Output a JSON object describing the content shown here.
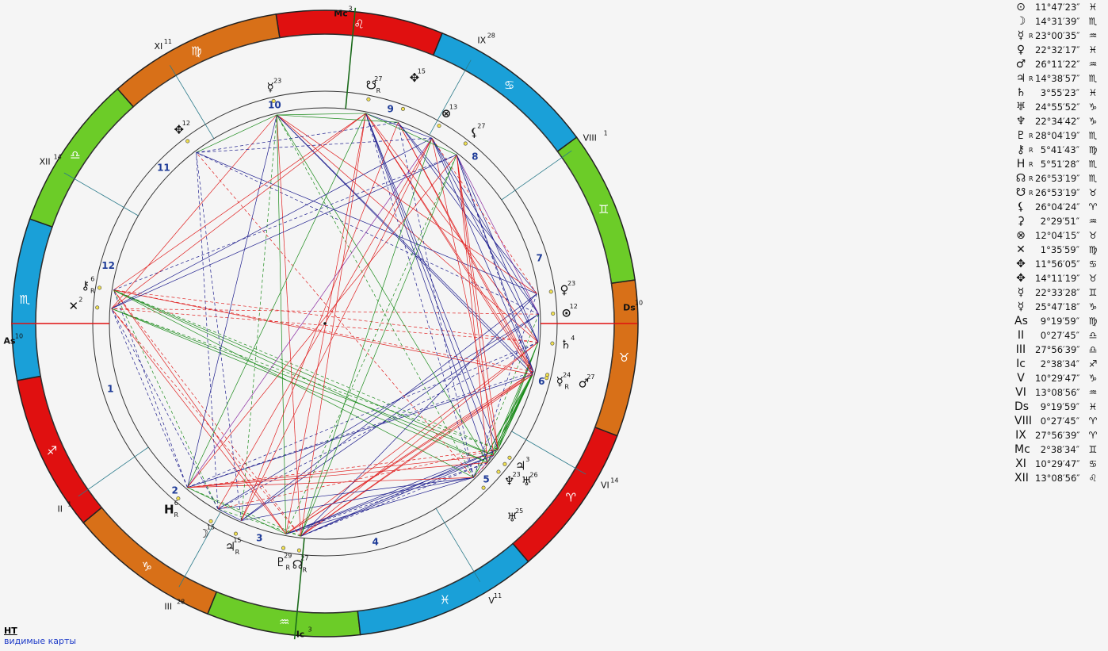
{
  "footer": {
    "code": "НТ",
    "link": "видимые карты"
  },
  "colors": {
    "fire": "#e01010",
    "earth": "#d87018",
    "air": "#6ccc28",
    "water": "#1aa0d8",
    "aspect_red": "#e02020",
    "aspect_blue": "#1c1c8c",
    "aspect_green": "#1a8a1a",
    "aspect_purple": "#8a2aa0",
    "houseNum": "#1f3c98"
  },
  "zodiac": [
    {
      "glyph": "♈",
      "name": "aries",
      "color": "fire"
    },
    {
      "glyph": "♉",
      "name": "taurus",
      "color": "earth"
    },
    {
      "glyph": "♊",
      "name": "gemini",
      "color": "air"
    },
    {
      "glyph": "♋",
      "name": "cancer",
      "color": "water"
    },
    {
      "glyph": "♌",
      "name": "leo",
      "color": "fire"
    },
    {
      "glyph": "♍",
      "name": "virgo",
      "color": "earth"
    },
    {
      "glyph": "♎",
      "name": "libra",
      "color": "air"
    },
    {
      "glyph": "♏",
      "name": "scorpio",
      "color": "water"
    },
    {
      "glyph": "♐",
      "name": "sagittarius",
      "color": "fire"
    },
    {
      "glyph": "♑",
      "name": "capricorn",
      "color": "earth"
    },
    {
      "glyph": "♒",
      "name": "aquarius",
      "color": "air"
    },
    {
      "glyph": "♓",
      "name": "pisces",
      "color": "water"
    }
  ],
  "axis": {
    "asc": "As",
    "asc_deg": "10",
    "dsc": "Ds",
    "dsc_deg": "10",
    "mc": "Mc",
    "mc_deg": "3",
    "ic": "Ic",
    "ic_deg": "3"
  },
  "cusps": [
    {
      "label": "II",
      "deg": "1"
    },
    {
      "label": "III",
      "deg": "28"
    },
    {
      "label": "V",
      "deg": "11"
    },
    {
      "label": "VI",
      "deg": "14"
    },
    {
      "label": "VIII",
      "deg": "1"
    },
    {
      "label": "IX",
      "deg": "28"
    },
    {
      "label": "XI",
      "deg": "11"
    },
    {
      "label": "XII",
      "deg": "14"
    }
  ],
  "house_numbers": [
    "1",
    "2",
    "3",
    "4",
    "5",
    "6",
    "7",
    "8",
    "9",
    "10",
    "11",
    "12"
  ],
  "chart_planets": [
    {
      "glyph": "⊙",
      "deg": "12",
      "retro": ""
    },
    {
      "glyph": "♄",
      "deg": "4",
      "retro": ""
    },
    {
      "glyph": "♀",
      "deg": "23",
      "retro": ""
    },
    {
      "glyph": "♂",
      "deg": "27",
      "retro": ""
    },
    {
      "glyph": "☿",
      "deg": "24",
      "retro": "R"
    },
    {
      "glyph": "♃",
      "deg": "3",
      "retro": ""
    },
    {
      "glyph": "♅",
      "deg": "26",
      "retro": ""
    },
    {
      "glyph": "♆",
      "deg": "23",
      "retro": ""
    },
    {
      "glyph": "♅",
      "deg": "25",
      "retro": ""
    },
    {
      "glyph": "☊",
      "deg": "27",
      "retro": "R"
    },
    {
      "glyph": "♇",
      "deg": "29",
      "retro": "R"
    },
    {
      "glyph": "♃",
      "deg": "15",
      "retro": "R"
    },
    {
      "glyph": "☽",
      "deg": "15",
      "retro": ""
    },
    {
      "glyph": "H",
      "deg": "6",
      "retro": "R"
    },
    {
      "glyph": "⚷",
      "deg": "6",
      "retro": "R"
    },
    {
      "glyph": "✕",
      "deg": "2",
      "retro": ""
    },
    {
      "glyph": "✥",
      "deg": "12",
      "retro": ""
    },
    {
      "glyph": "☿",
      "deg": "23",
      "retro": ""
    },
    {
      "glyph": "☋",
      "deg": "27",
      "retro": "R"
    },
    {
      "glyph": "✥",
      "deg": "15",
      "retro": ""
    },
    {
      "glyph": "⊗",
      "deg": "13",
      "retro": ""
    },
    {
      "glyph": "⚸",
      "deg": "27",
      "retro": ""
    }
  ],
  "positions": [
    {
      "glyph": "⊙",
      "retro": "",
      "value": "11°47′23″",
      "sign": "♓"
    },
    {
      "glyph": "☽",
      "retro": "",
      "value": "14°31′39″",
      "sign": "♏"
    },
    {
      "glyph": "☿",
      "retro": "R",
      "value": "23°00′35″",
      "sign": "♒"
    },
    {
      "glyph": "♀",
      "retro": "",
      "value": "22°32′17″",
      "sign": "♓"
    },
    {
      "glyph": "♂",
      "retro": "",
      "value": "26°11′22″",
      "sign": "♒"
    },
    {
      "glyph": "♃",
      "retro": "R",
      "value": "14°38′57″",
      "sign": "♏"
    },
    {
      "glyph": "♄",
      "retro": "",
      "value": "3°55′23″",
      "sign": "♓"
    },
    {
      "glyph": "♅",
      "retro": "",
      "value": "24°55′52″",
      "sign": "♑"
    },
    {
      "glyph": "♆",
      "retro": "",
      "value": "22°34′42″",
      "sign": "♑"
    },
    {
      "glyph": "♇",
      "retro": "R",
      "value": "28°04′19″",
      "sign": "♏"
    },
    {
      "glyph": "⚷",
      "retro": "R",
      "value": "5°41′43″",
      "sign": "♍"
    },
    {
      "glyph": "H",
      "retro": "R",
      "value": "5°51′28″",
      "sign": "♏"
    },
    {
      "glyph": "☊",
      "retro": "R",
      "value": "26°53′19″",
      "sign": "♏"
    },
    {
      "glyph": "☋",
      "retro": "R",
      "value": "26°53′19″",
      "sign": "♉"
    },
    {
      "glyph": "⚸",
      "retro": "",
      "value": "26°04′24″",
      "sign": "♈"
    },
    {
      "glyph": "⚳",
      "retro": "",
      "value": "2°29′51″",
      "sign": "♒"
    },
    {
      "glyph": "⊗",
      "retro": "",
      "value": "12°04′15″",
      "sign": "♉"
    },
    {
      "glyph": "✕",
      "retro": "",
      "value": "1°35′59″",
      "sign": "♍"
    },
    {
      "glyph": "✥",
      "retro": "",
      "value": "11°56′05″",
      "sign": "♋"
    },
    {
      "glyph": "✥",
      "retro": "",
      "value": "14°11′19″",
      "sign": "♉"
    },
    {
      "glyph": "☿",
      "retro": "",
      "value": "22°33′28″",
      "sign": "♊"
    },
    {
      "glyph": "☿",
      "retro": "",
      "value": "25°47′18″",
      "sign": "♑"
    },
    {
      "glyph": "As",
      "retro": "",
      "value": "9°19′59″",
      "sign": "♍"
    },
    {
      "glyph": "II",
      "retro": "",
      "value": "0°27′45″",
      "sign": "♎"
    },
    {
      "glyph": "III",
      "retro": "",
      "value": "27°56′39″",
      "sign": "♎"
    },
    {
      "glyph": "Ic",
      "retro": "",
      "value": "2°38′34″",
      "sign": "♐"
    },
    {
      "glyph": "V",
      "retro": "",
      "value": "10°29′47″",
      "sign": "♑"
    },
    {
      "glyph": "VI",
      "retro": "",
      "value": "13°08′56″",
      "sign": "♒"
    },
    {
      "glyph": "Ds",
      "retro": "",
      "value": "9°19′59″",
      "sign": "♓"
    },
    {
      "glyph": "VIII",
      "retro": "",
      "value": "0°27′45″",
      "sign": "♈"
    },
    {
      "glyph": "IX",
      "retro": "",
      "value": "27°56′39″",
      "sign": "♈"
    },
    {
      "glyph": "Mc",
      "retro": "",
      "value": "2°38′34″",
      "sign": "♊"
    },
    {
      "glyph": "XI",
      "retro": "",
      "value": "10°29′47″",
      "sign": "♋"
    },
    {
      "glyph": "XII",
      "retro": "",
      "value": "13°08′56″",
      "sign": "♌"
    }
  ]
}
